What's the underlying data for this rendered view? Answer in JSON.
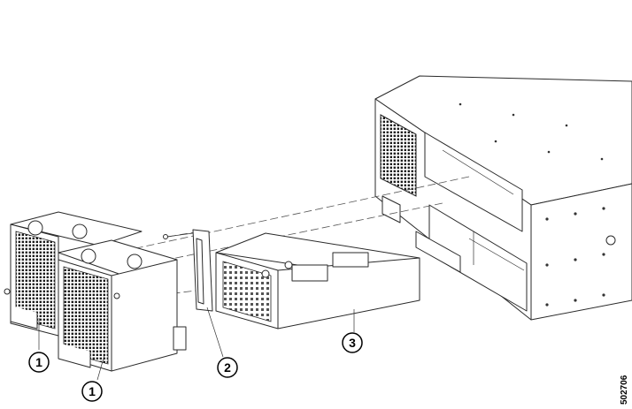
{
  "callouts": [
    {
      "label": "1"
    },
    {
      "label": "1"
    },
    {
      "label": "2"
    },
    {
      "label": "3"
    }
  ],
  "figure_number": "502706"
}
